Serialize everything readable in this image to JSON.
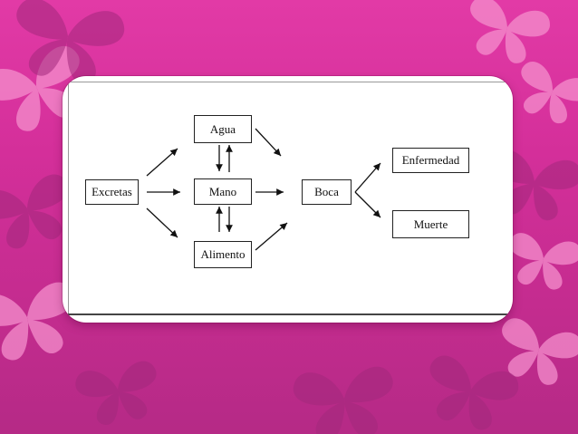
{
  "colors": {
    "background": "#d42f9a",
    "butterfly_light": "#f59ad2",
    "butterfly_dark": "#9c2478",
    "card": "#ffffff"
  },
  "diagram": {
    "nodes": {
      "excretas": "Excretas",
      "agua": "Agua",
      "mano": "Mano",
      "alimento": "Alimento",
      "boca": "Boca",
      "enfermedad": "Enfermedad",
      "muerte": "Muerte"
    }
  }
}
